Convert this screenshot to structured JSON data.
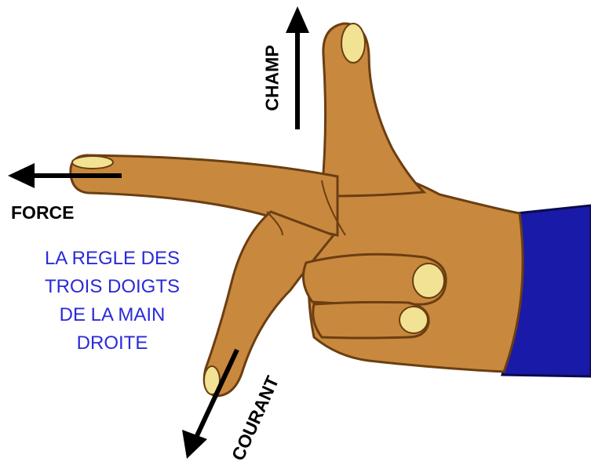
{
  "labels": {
    "champ": "CHAMP",
    "force": "FORCE",
    "courant": "COURANT"
  },
  "title_lines": [
    "LA REGLE DES",
    "TROIS DOIGTS",
    "DE LA MAIN",
    "DROITE"
  ],
  "colors": {
    "skin": "#c8893e",
    "skin_outline": "#6b3e12",
    "nail": "#f2e394",
    "sleeve": "#1a1aa8",
    "arrow": "#000000",
    "title_text": "#2a2ad8"
  },
  "icons": [
    "arrow-up-icon",
    "arrow-left-icon",
    "arrow-down-left-icon",
    "right-hand-illustration"
  ]
}
